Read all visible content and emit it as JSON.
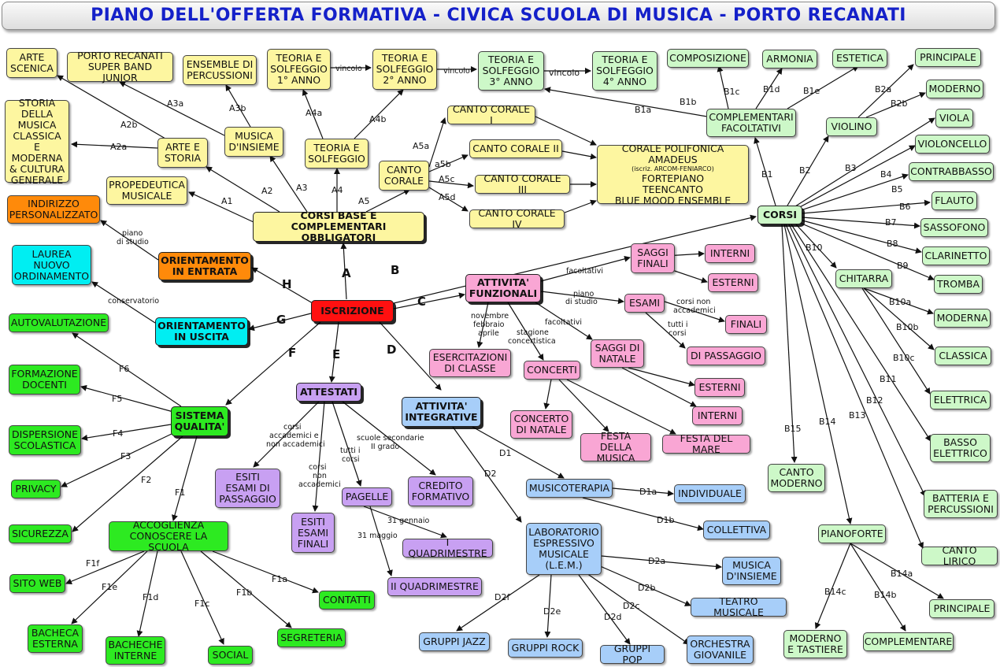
{
  "title": "PIANO DELL'OFFERTA FORMATIVA - CIVICA SCUOLA DI MUSICA - PORTO RECANATI",
  "colors": {
    "yellow": "#fdf6a0",
    "light_green": "#cdf8c8",
    "green": "#2dea21",
    "pink": "#f9a6d4",
    "purple": "#c8a0f2",
    "blue": "#a7cef9",
    "orange": "#ff8a0a",
    "cyan": "#00eef2",
    "red": "#ff1010",
    "title_text": "#1521c9"
  },
  "nodes": {
    "iscrizione": "ISCRIZIONE",
    "corsi_base": "CORSI BASE E\nCOMPLEMENTARI OBBLIGATORI",
    "propedeutica": "PROPEDEUTICA\nMUSICALE",
    "arte_storia": "ARTE E\nSTORIA",
    "arte_scenica": "ARTE\nSCENICA",
    "storia_musica": "STORIA\nDELLA\nMUSICA\nCLASSICA\nE MODERNA\n& CULTURA\nGENERALE",
    "musica_insieme": "MUSICA\nD'INSIEME",
    "super_band": "PORTO RECANATI\nSUPER BAND JUNIOR",
    "ensemble_perc": "ENSEMBLE DI\nPERCUSSIONI",
    "teoria": "TEORIA E\nSOLFEGGIO",
    "teoria1": "TEORIA E\nSOLFEGGIO\n1° ANNO",
    "teoria2": "TEORIA E\nSOLFEGGIO\n2° ANNO",
    "teoria3": "TEORIA E\nSOLFEGGIO\n3° ANNO",
    "teoria4": "TEORIA E\nSOLFEGGIO\n4° ANNO",
    "canto_corale": "CANTO\nCORALE",
    "canto1": "CANTO CORALE I",
    "canto2": "CANTO CORALE II",
    "canto3": "CANTO CORALE III",
    "canto4": "CANTO CORALE IV",
    "corale_l1": "CORALE POLIFONICA AMADEUS",
    "corale_l2": "(iscriz. ARCOM-FENIARCO)",
    "corale_l3": "FORTEPIANO",
    "corale_l4": "TEENCANTO",
    "corale_l5": "BLUE MOOD ENSEMBLE",
    "indirizzo": "INDIRIZZO\nPERSONALIZZATO",
    "orient_entrata": "ORIENTAMENTO\nIN ENTRATA",
    "laurea": "LAUREA\nNUOVO\nORDINAMENTO",
    "orient_uscita": "ORIENTAMENTO\nIN USCITA",
    "corsi": "CORSI",
    "complementari": "COMPLEMENTARI\nFACOLTATIVI",
    "composizione": "COMPOSIZIONE",
    "armonia": "ARMONIA",
    "estetica": "ESTETICA",
    "violino": "VIOLINO",
    "principale": "PRINCIPALE",
    "moderno": "MODERNO",
    "viola": "VIOLA",
    "violoncello": "VIOLONCELLO",
    "contrabbasso": "CONTRABBASSO",
    "flauto": "FLAUTO",
    "sassofono": "SASSOFONO",
    "clarinetto": "CLARINETTO",
    "tromba": "TROMBA",
    "chitarra": "CHITARRA",
    "moderna": "MODERNA",
    "classica": "CLASSICA",
    "elettrica": "ELETTRICA",
    "basso": "BASSO\nELETTRICO",
    "batteria": "BATTERIA E\nPERCUSSIONI",
    "canto_lirico": "CANTO LIRICO",
    "canto_moderno": "CANTO\nMODERNO",
    "pianoforte": "PIANOFORTE",
    "principale2": "PRINCIPALE",
    "complementare": "COMPLEMENTARE",
    "moderno_tastiere": "MODERNO\nE TASTIERE",
    "attivita_funz": "ATTIVITA'\nFUNZIONALI",
    "saggi_finali": "SAGGI\nFINALI",
    "interni": "INTERNI",
    "esterni": "ESTERNI",
    "esami": "ESAMI",
    "finali": "FINALI",
    "di_passaggio": "DI PASSAGGIO",
    "esercitazioni": "ESERCITAZIONI\nDI CLASSE",
    "concerti": "CONCERTI",
    "saggi_natale": "SAGGI DI\nNATALE",
    "esterni2": "ESTERNI",
    "interni2": "INTERNI",
    "concerto_natale": "CONCERTO\nDI NATALE",
    "festa_musica": "FESTA DELLA\nMUSICA",
    "festa_mare": "FESTA DEL MARE",
    "attestati": "ATTESTATI",
    "esiti_passaggio": "ESITI\nESAMI DI\nPASSAGGIO",
    "esiti_finali": "ESITI\nESAMI\nFINALI",
    "pagelle": "PAGELLE",
    "credito": "CREDITO\nFORMATIVO",
    "quad1": "I QUADRIMESTRE",
    "quad2": "II QUADRIMESTRE",
    "attivita_integr": "ATTIVITA'\nINTEGRATIVE",
    "musicoterapia": "MUSICOTERAPIA",
    "individuale": "INDIVIDUALE",
    "collettiva": "COLLETTIVA",
    "lem": "LABORATORIO\nESPRESSIVO\nMUSICALE\n(L.E.M.)",
    "musica_insieme2": "MUSICA\nD'INSIEME",
    "teatro": "TEATRO MUSICALE",
    "orchestra": "ORCHESTRA\nGIOVANILE",
    "jazz": "GRUPPI JAZZ",
    "rock": "GRUPPI ROCK",
    "pop": "GRUPPI POP",
    "sistema": "SISTEMA\nQUALITA'",
    "autovalutazione": "AUTOVALUTAZIONE",
    "formazione": "FORMAZIONE\nDOCENTI",
    "dispersione": "DISPERSIONE\nSCOLASTICA",
    "privacy": "PRIVACY",
    "sicurezza": "SICUREZZA",
    "accoglienza": "ACCOGLIENZA\nCONOSCERE LA SCUOLA",
    "sito_web": "SITO WEB",
    "contatti": "CONTATTI",
    "segreteria": "SEGRETERIA",
    "social": "SOCIAL",
    "bacheche_interne": "BACHECHE\nINTERNE",
    "bacheca_esterna": "BACHECA\nESTERNA"
  },
  "links": {
    "A": "A",
    "B": "B",
    "C": "C",
    "D": "D",
    "E": "E",
    "F": "F",
    "G": "G",
    "H": "H",
    "A1": "A1",
    "A2": "A2",
    "A2a": "A2a",
    "A2b": "A2b",
    "A3": "A3",
    "A3a": "A3a",
    "A3b": "A3b",
    "A4": "A4",
    "A4a": "A4a",
    "A4b": "A4b",
    "A5": "A5",
    "A5a": "A5a",
    "A5b": "a5b",
    "A5c": "A5c",
    "A5d": "A5d",
    "vincolo": "vincolo",
    "B1": "B1",
    "B1a": "B1a",
    "B1b": "B1b",
    "B1c": "B1c",
    "B1d": "B1d",
    "B1e": "B1e",
    "B2": "B2",
    "B2a": "B2a",
    "B2b": "B2b",
    "B3": "B3",
    "B4": "B4",
    "B5": "B5",
    "B6": "B6",
    "B7": "B7",
    "B8": "B8",
    "B9": "B9",
    "B10": "B10",
    "B10a": "B10a",
    "B10b": "B10b",
    "B10c": "B10c",
    "B11": "B11",
    "B12": "B12",
    "B13": "B13",
    "B14": "B14",
    "B14a": "B14a",
    "B14b": "B14b",
    "B14c": "B14c",
    "B15": "B15",
    "piano_studio_1": "piano",
    "piano_studio_2": "di studio",
    "conservatorio": "conservatorio",
    "facoltativi": "facoltativi",
    "esami_piano_1": "piano",
    "esami_piano_2": "di studio",
    "non_acc_1": "corsi non",
    "non_acc_2": "accademici",
    "tutti_1": "tutti i",
    "tutti_2": "corsi",
    "nov_1": "novembre",
    "nov_2": "febbraio",
    "nov_3": "aprile",
    "stag_1": "stagione",
    "stag_2": "concertistica",
    "facoltativi2": "facoltativi",
    "ca_1": "corsi",
    "ca_2": "accademici e",
    "ca_3": "non accademici",
    "cna_1": "corsi",
    "cna_2": "non",
    "cna_3": "accademici",
    "tc_1": "tutti i",
    "tc_2": "corsi",
    "ss_1": "scuole secondarie",
    "ss_2": "II grado",
    "gennaio": "31 gennaio",
    "maggio": "31 maggio",
    "D1": "D1",
    "D1a": "D1a",
    "D1b": "D1b",
    "D2": "D2",
    "D2a": "D2a",
    "D2b": "D2b",
    "D2c": "D2c",
    "D2d": "D2d",
    "D2e": "D2e",
    "D2f": "D2f",
    "F1": "F1",
    "F1a": "F1a",
    "F1b": "F1b",
    "F1c": "F1c",
    "F1d": "F1d",
    "F1e": "F1e",
    "F1f": "F1f",
    "F2": "F2",
    "F3": "F3",
    "F4": "F4",
    "F5": "F5",
    "F6": "F6"
  }
}
